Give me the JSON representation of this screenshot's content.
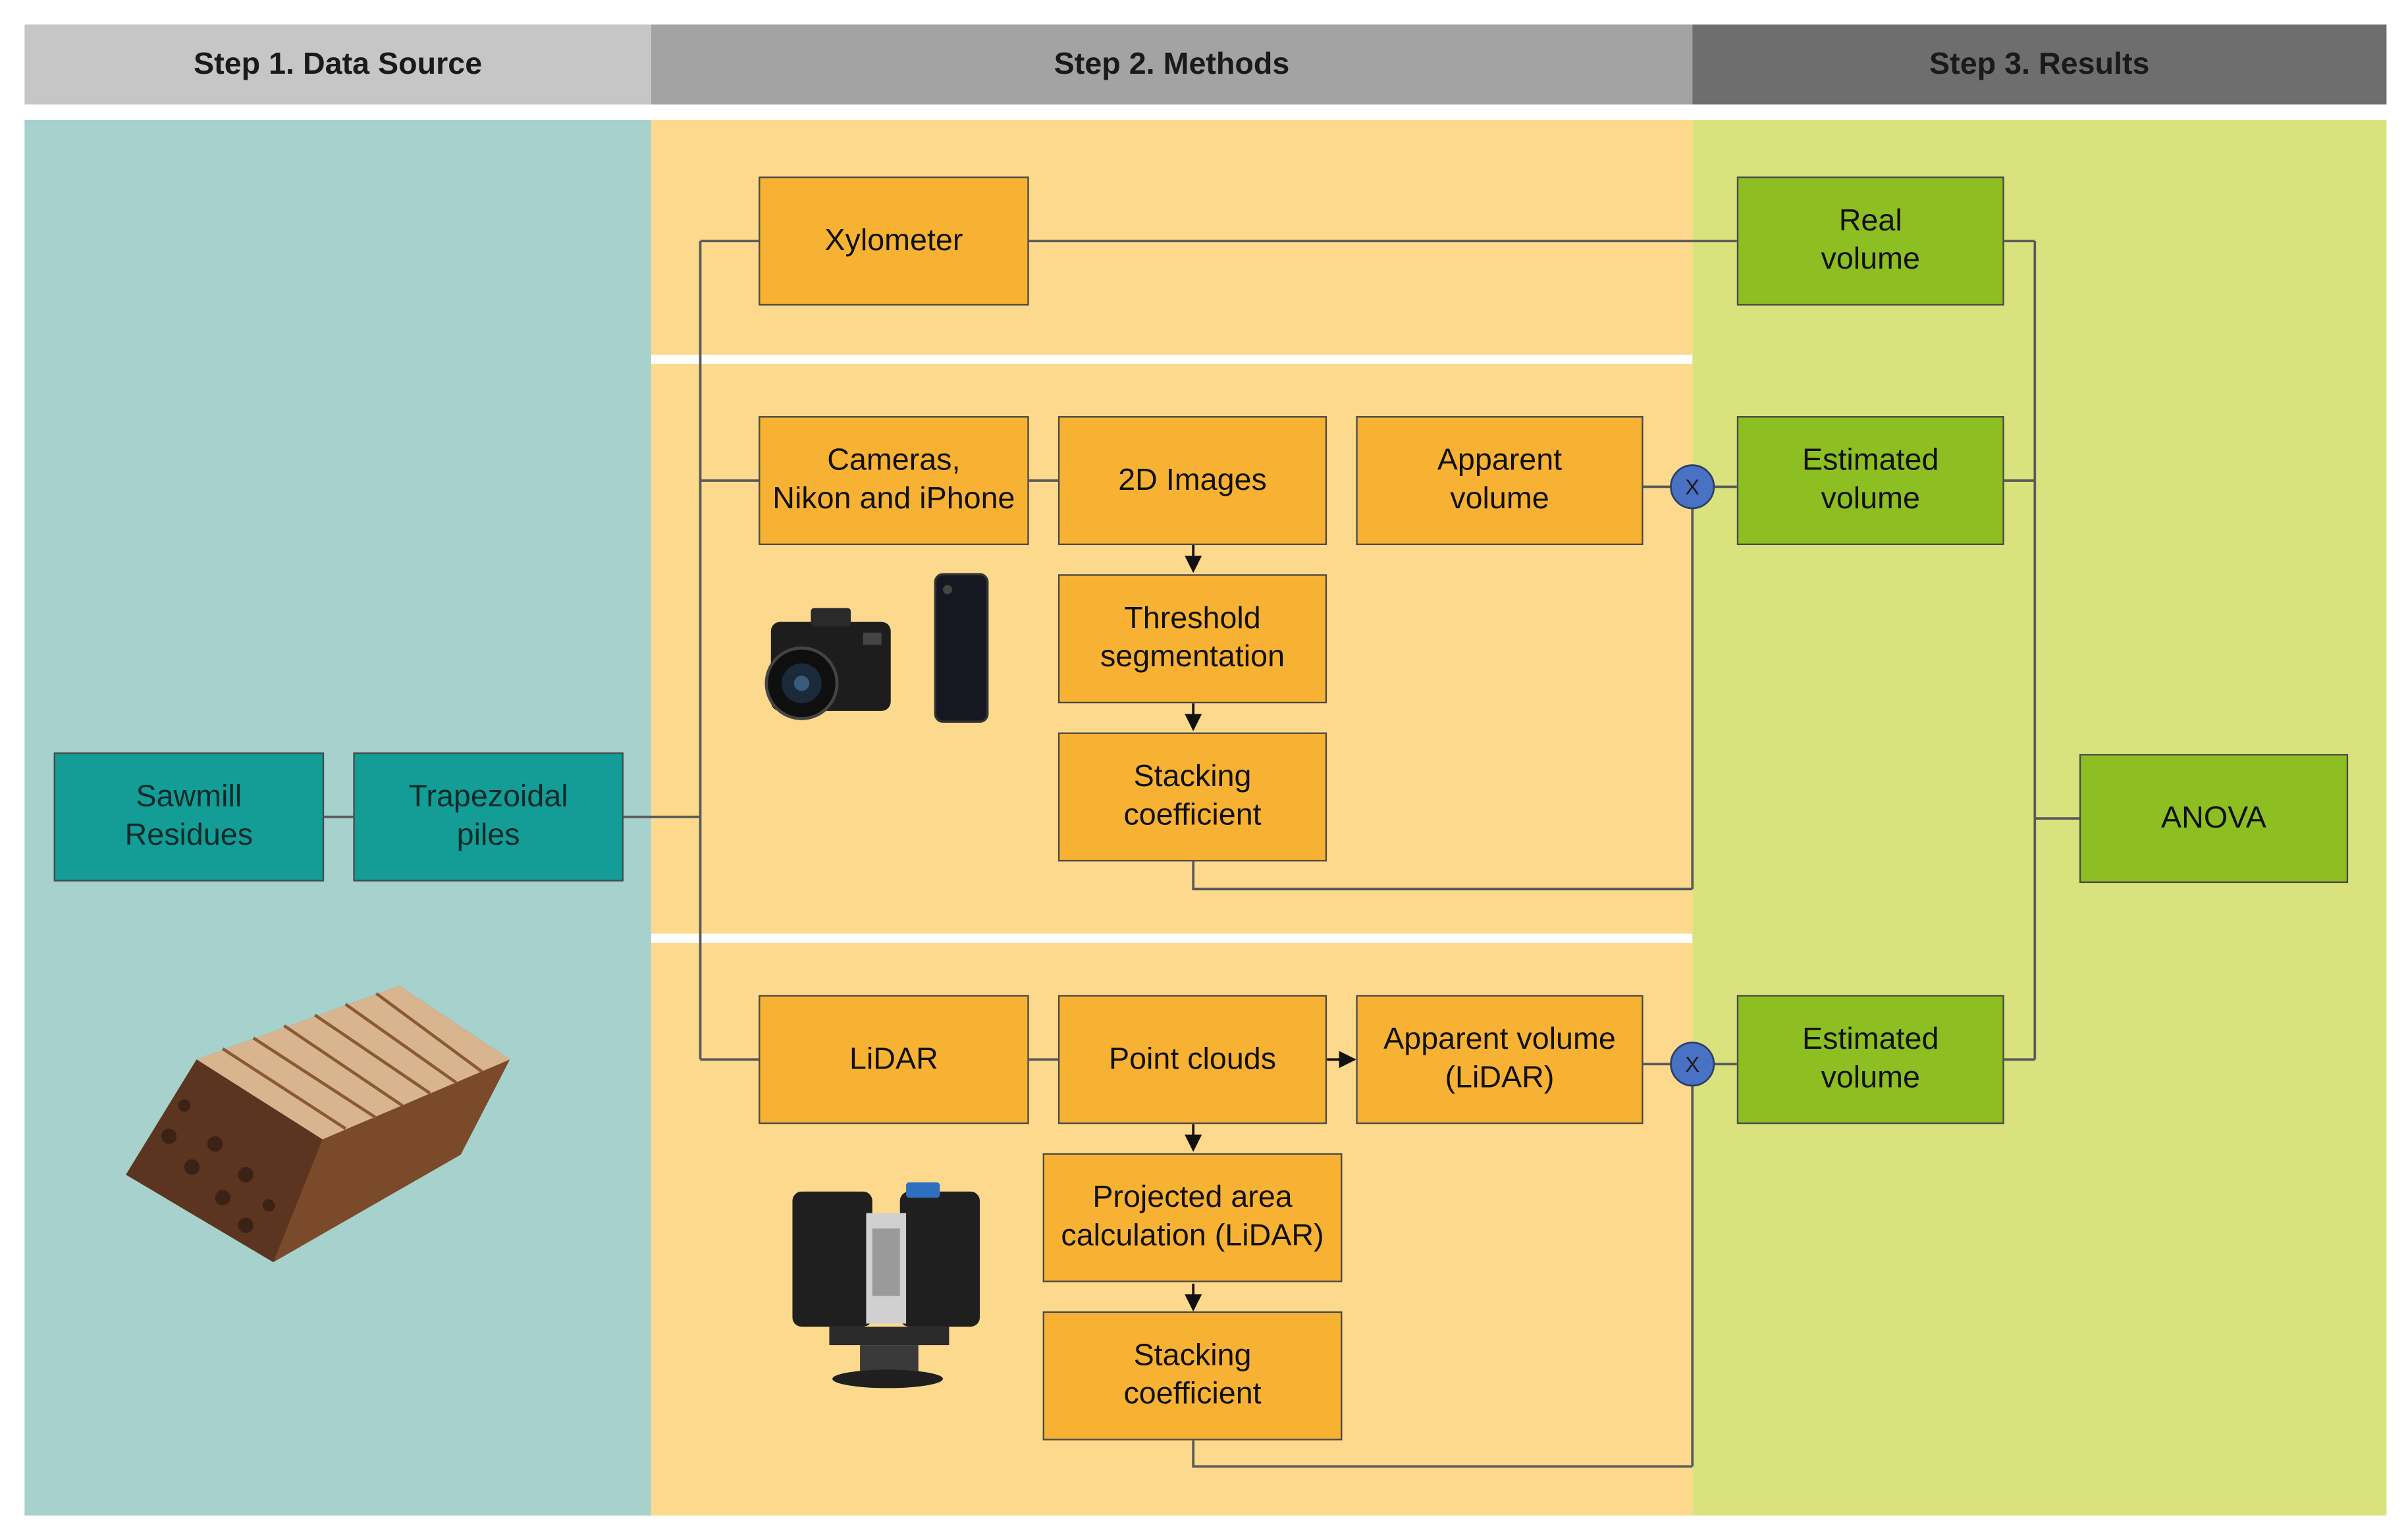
{
  "columns": {
    "step1": "Step 1. Data Source",
    "step2": "Step 2. Methods",
    "step3": "Step 3. Results"
  },
  "source": {
    "residues": "Sawmill\nResidues",
    "piles": "Trapezoidal\npiles"
  },
  "methods": {
    "xylometer": "Xylometer",
    "cameras": "Cameras,\nNikon and iPhone",
    "images_2d": "2D Images",
    "apparent_volume": "Apparent\nvolume",
    "threshold": "Threshold\nsegmentation",
    "stacking_photo": "Stacking\ncoefficient",
    "lidar": "LiDAR",
    "point_clouds": "Point clouds",
    "apparent_volume_lidar": "Apparent volume\n(LiDAR)",
    "projected_area": "Projected area\ncalculation (LiDAR)",
    "stacking_lidar": "Stacking\ncoefficient",
    "multiply_symbol": "X"
  },
  "results": {
    "real_volume": "Real\nvolume",
    "estimated_volume_photo": "Estimated\nvolume",
    "estimated_volume_lidar": "Estimated\nvolume",
    "anova": "ANOVA"
  },
  "colors": {
    "header_step1": "#c6c6c6",
    "header_step2": "#a3a3a3",
    "header_step3": "#6e6e6e",
    "panel_source": "#a6d1cd",
    "panel_methods": "#fcd98c",
    "panel_results": "#dae27e",
    "box_teal": "#139d96",
    "box_orange": "#f8b233",
    "box_green": "#8dbf22",
    "multiply_circle": "#4a72c4"
  },
  "icons": [
    "wood-pile-icon",
    "camera-icon",
    "phone-icon",
    "laser-scanner-icon"
  ]
}
